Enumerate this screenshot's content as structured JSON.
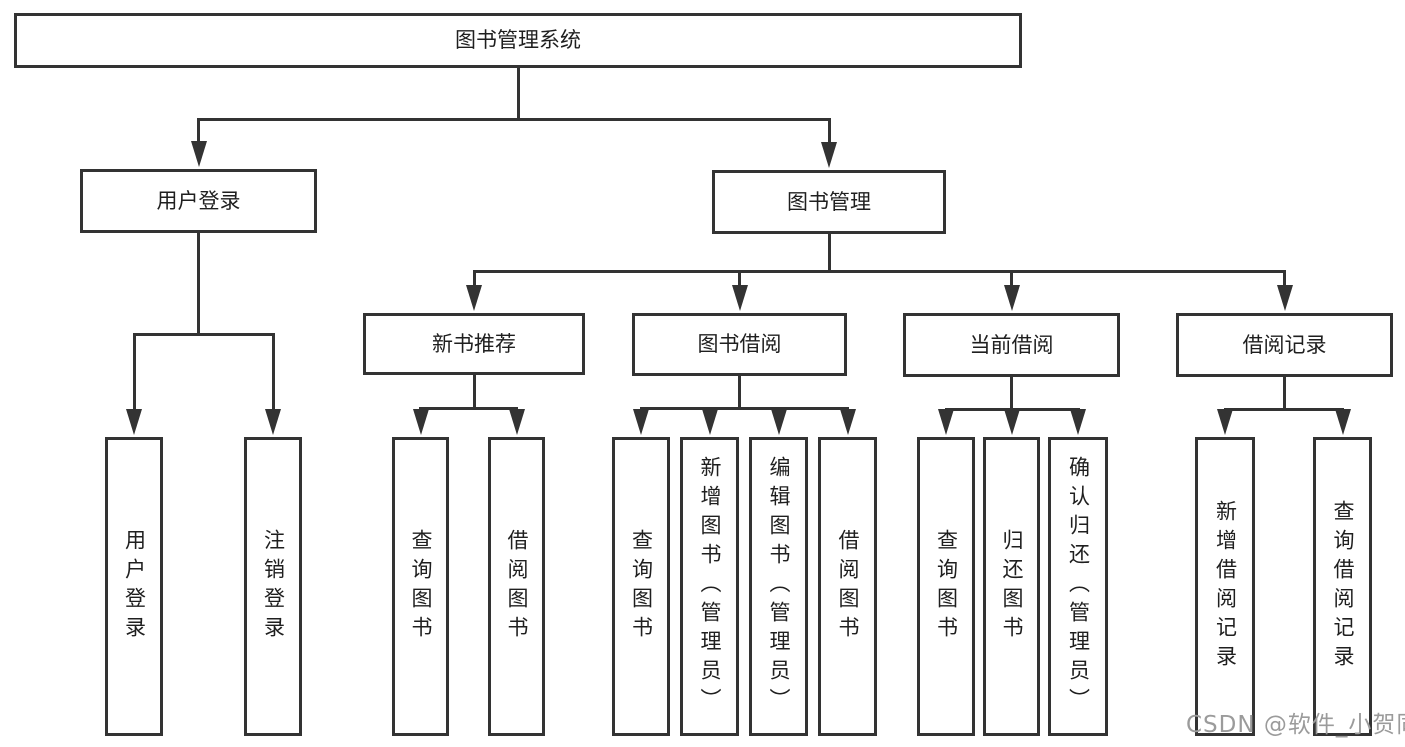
{
  "colors": {
    "line": "#333333",
    "text": "#1f1f1f",
    "box_background": "#ffffff",
    "watermark": "#9b9b9b"
  },
  "watermark": {
    "text": "CSDN @软件_小贺同学"
  },
  "tree": {
    "id": "root",
    "label": "图书管理系统",
    "children": [
      {
        "id": "user-login",
        "label": "用户登录",
        "children": [
          {
            "id": "user-login-leaf",
            "label": "用户登录"
          },
          {
            "id": "logout-leaf",
            "label": "注销登录"
          }
        ]
      },
      {
        "id": "book-mgmt",
        "label": "图书管理",
        "children": [
          {
            "id": "new-book-rec",
            "label": "新书推荐",
            "children": [
              {
                "id": "nbr-query-book",
                "label": "查询图书"
              },
              {
                "id": "nbr-borrow-book",
                "label": "借阅图书"
              }
            ]
          },
          {
            "id": "book-borrow",
            "label": "图书借阅",
            "children": [
              {
                "id": "bb-query-book",
                "label": "查询图书"
              },
              {
                "id": "bb-add-book",
                "label": "新增图书（管理员）"
              },
              {
                "id": "bb-edit-book",
                "label": "编辑图书（管理员）"
              },
              {
                "id": "bb-borrow-book",
                "label": "借阅图书"
              }
            ]
          },
          {
            "id": "current-borrow",
            "label": "当前借阅",
            "children": [
              {
                "id": "cb-query-book",
                "label": "查询图书"
              },
              {
                "id": "cb-return-book",
                "label": "归还图书"
              },
              {
                "id": "cb-confirm-return",
                "label": "确认归还（管理员）"
              }
            ]
          },
          {
            "id": "borrow-records",
            "label": "借阅记录",
            "children": [
              {
                "id": "br-add-record",
                "label": "新增借阅记录"
              },
              {
                "id": "br-query-record",
                "label": "查询借阅记录"
              }
            ]
          }
        ]
      }
    ]
  }
}
